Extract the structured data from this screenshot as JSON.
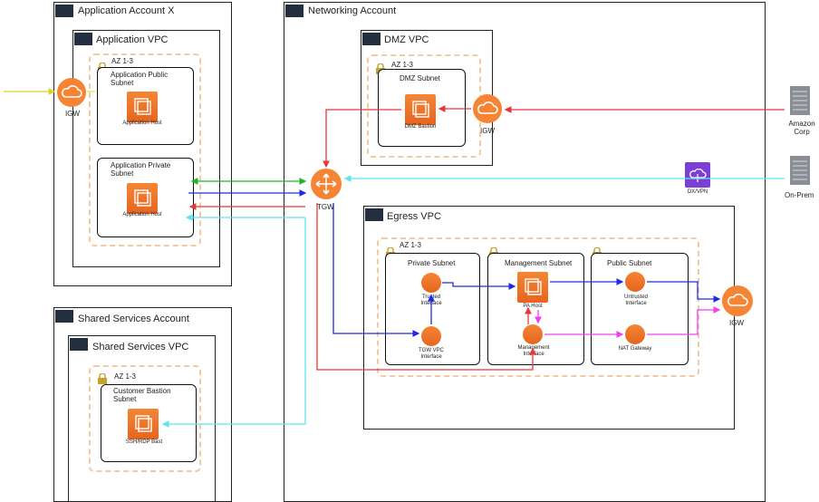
{
  "accounts": {
    "app_account": "Application Account X",
    "app_vpc": "Application VPC",
    "app_az": "AZ 1-3",
    "app_public_subnet": "Application Public Subnet",
    "app_public_host": "Application Host",
    "app_private_subnet": "Application Private Subnet",
    "app_private_host": "Application Host",
    "igw_left": "IGW",
    "shared_account": "Shared Services Account",
    "shared_vpc": "Shared Services VPC",
    "shared_az": "AZ 1-3",
    "shared_subnet": "Customer Bastion Subnet",
    "shared_host": "SSH/RDP Bast",
    "net_account": "Networking Account",
    "dmz_vpc": "DMZ VPC",
    "dmz_az": "AZ 1-3",
    "dmz_subnet": "DMZ Subnet",
    "dmz_host": "DMZ Bastion",
    "igw_dmz": "IGW",
    "tgw": "TGW",
    "dxvpn": "DX/VPN",
    "egress_vpc": "Egress VPC",
    "egress_az": "AZ 1-3",
    "private_subnet": "Private Subnet",
    "mgmt_subnet": "Management Subnet",
    "public_subnet": "Public Subnet",
    "trusted": "Trusted Interface",
    "tgw_vpc_iface": "TGW VPC Interface",
    "pa_host": "PA Host",
    "mgmt_iface": "Management Interface",
    "untrusted": "Untrusted Interface",
    "nat": "NAT Gateway",
    "igw_right": "IGW",
    "amazon_corp": "Amazon Corp",
    "on_prem": "On-Prem"
  },
  "colors": {
    "orange": "#f58534",
    "red": "#e8363a",
    "green": "#21b321",
    "blue": "#1f2be0",
    "cyan": "#5ee6ee",
    "magenta": "#ee3ff0",
    "yellow": "#d9d829",
    "purple": "#7b3fd6"
  },
  "icons": [
    "cloud-icon",
    "lock-icon",
    "host-icon",
    "router-icon",
    "server-icon",
    "gateway-icon"
  ]
}
